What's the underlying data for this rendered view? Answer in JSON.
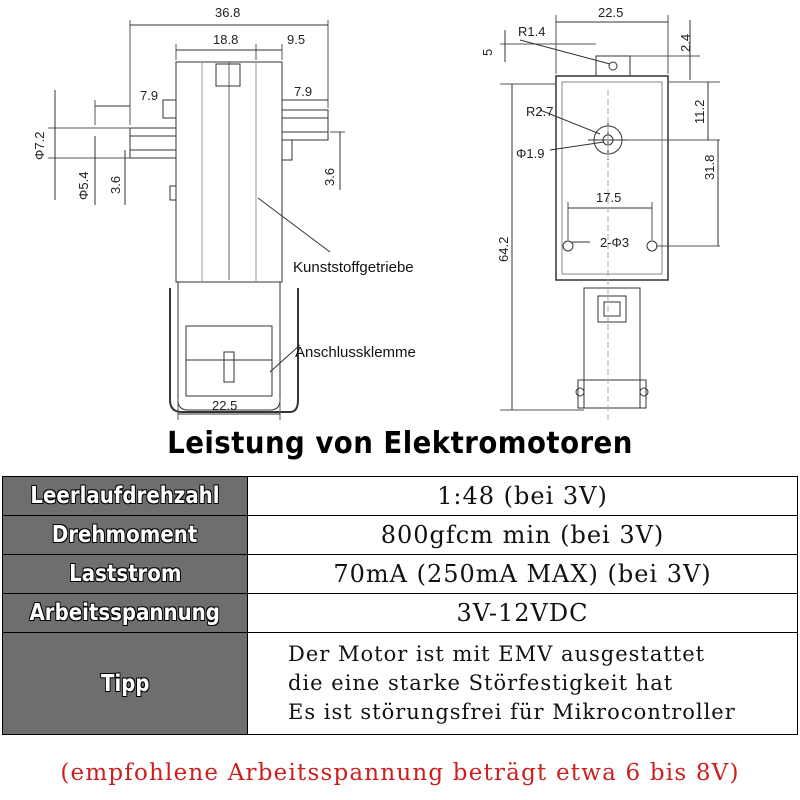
{
  "drawing": {
    "side_view": {
      "dim_width_total": "36.8",
      "dim_gearbox": "18.8",
      "dim_right_offset": "9.5",
      "dim_shaft_left": "7.9",
      "dim_shaft_right": "7.9",
      "dim_phi_outer": "Φ7.2",
      "dim_phi_inner": "Φ5.4",
      "dim_flat_left": "3.6",
      "dim_flat_right": "3.6",
      "dim_bottom_width": "22.5",
      "label_gearbox": "Kunststoffgetriebe",
      "label_terminal": "Anschlussklemme"
    },
    "front_view": {
      "dim_width": "22.5",
      "dim_top": "5",
      "dim_r14": "R1.4",
      "dim_24": "2.4",
      "dim_r27": "R2.7",
      "dim_112": "11.2",
      "dim_phi19": "Φ1.9",
      "dim_318": "31.8",
      "dim_175": "17.5",
      "dim_holes": "2-Φ3",
      "dim_height": "64.2"
    }
  },
  "title": "Leistung von Elektromotoren",
  "specs": [
    {
      "label": "Leerlaufdrehzahl",
      "value": "1:48 (bei 3V)"
    },
    {
      "label": "Drehmoment",
      "value": "800gfcm min (bei 3V)"
    },
    {
      "label": "Laststrom",
      "value": "70mA (250mA MAX) (bei 3V)"
    },
    {
      "label": "Arbeitsspannung",
      "value": "3V-12VDC"
    }
  ],
  "tip": {
    "label": "Tipp",
    "lines": [
      "Der Motor ist mit EMV ausgestattet",
      "die eine starke Störfestigkeit hat",
      "Es ist störungsfrei für Mikrocontroller"
    ]
  },
  "note": "(empfohlene Arbeitsspannung beträgt etwa 6 bis 8V)"
}
